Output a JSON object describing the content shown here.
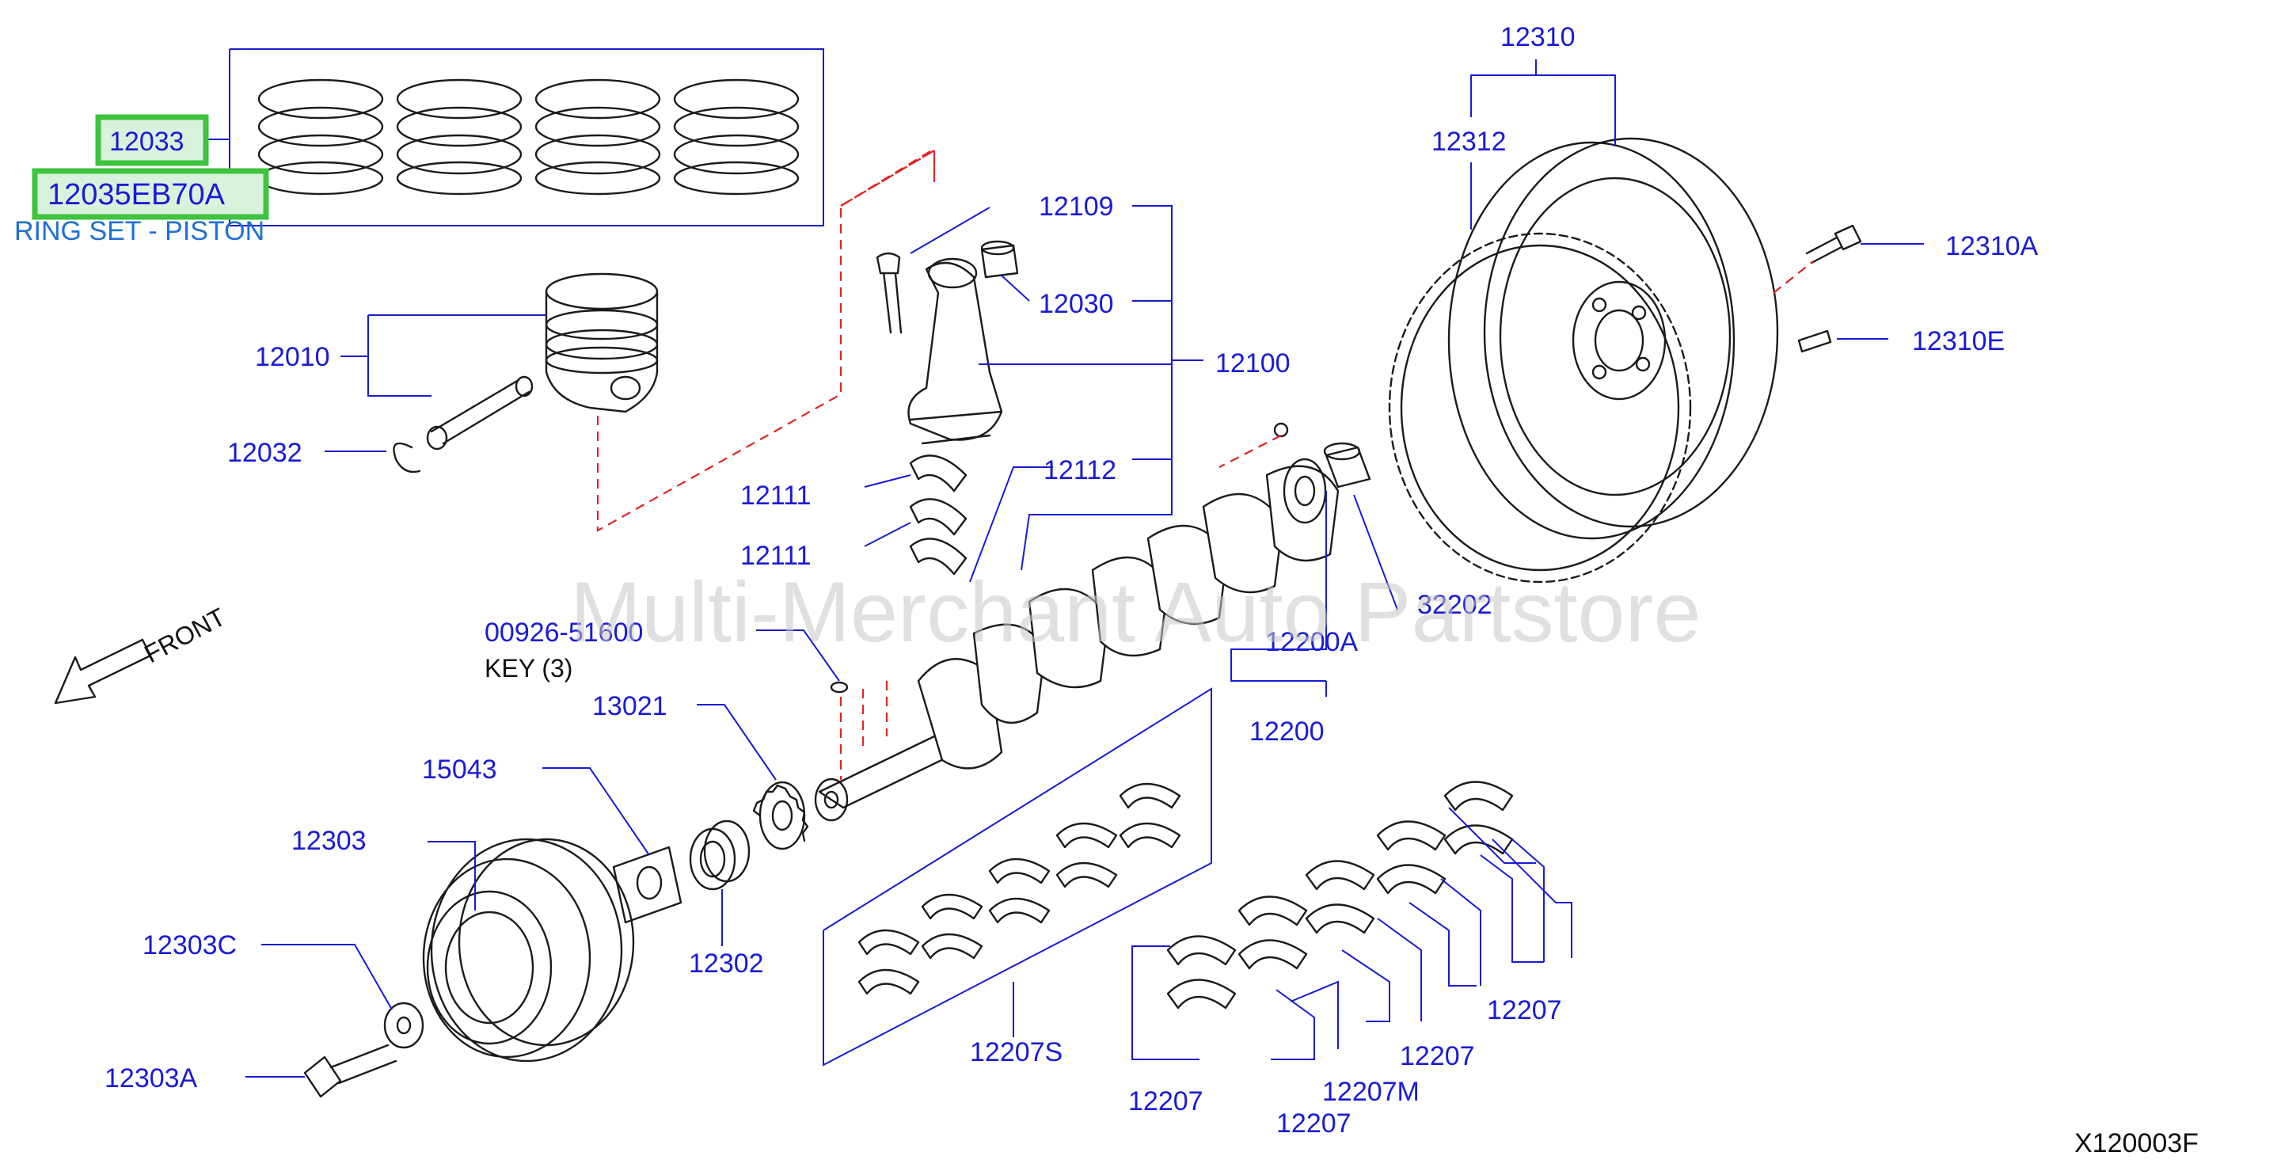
{
  "highlight_color": "#3ec43e",
  "label_color": "#1a1ad6",
  "dash_color": "#e02424",
  "watermark": "Multi-Merchant Auto Partstore",
  "diagram_ref": "X120003F",
  "front_label": "FRONT",
  "highlighted": {
    "part_a": "12033",
    "part_b": "12035EB70A",
    "caption": "RING SET - PISTON"
  },
  "labels": {
    "p12010": "12010",
    "p12032": "12032",
    "p12109": "12109",
    "p12030": "12030",
    "p12100": "12100",
    "p12111a": "12111",
    "p12111b": "12111",
    "p12112": "12112",
    "p00926": "00926-51600",
    "key": "KEY  (3)",
    "p13021": "13021",
    "p15043": "15043",
    "p12303": "12303",
    "p12303c": "12303C",
    "p12303a": "12303A",
    "p12302": "12302",
    "p12310": "12310",
    "p12312": "12312",
    "p12310a": "12310A",
    "p12310e": "12310E",
    "p32202": "32202",
    "p12200a": "12200A",
    "p12200": "12200",
    "p12207s": "12207S",
    "p12207a": "12207",
    "p12207b": "12207",
    "p12207m": "12207M",
    "p12207c": "12207",
    "p12207d": "12207"
  }
}
